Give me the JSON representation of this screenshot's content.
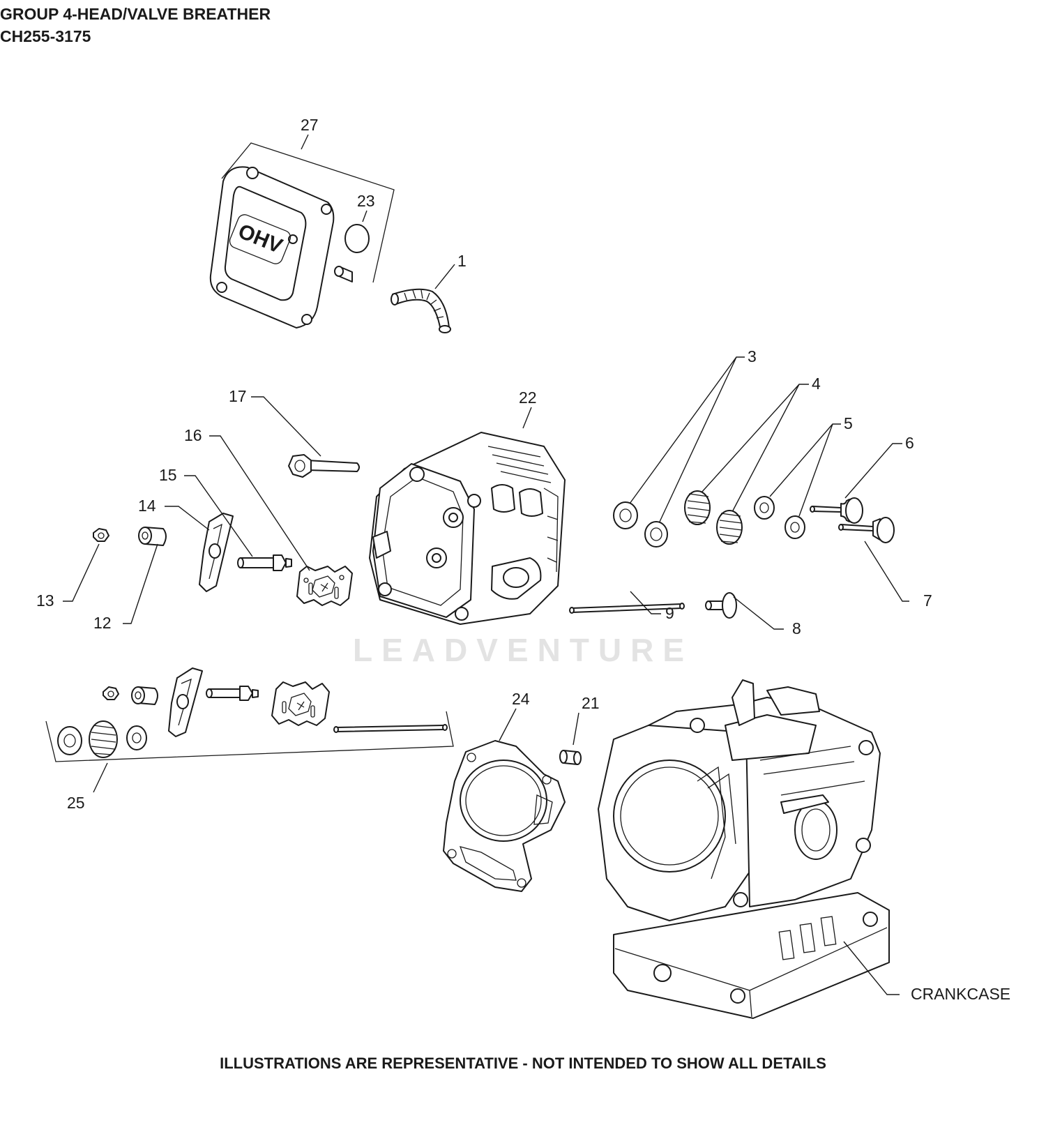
{
  "header": {
    "title": "GROUP 4-HEAD/VALVE BREATHER",
    "model": "CH255-3175"
  },
  "diagram": {
    "callouts": {
      "c1": "1",
      "c3": "3",
      "c4": "4",
      "c5": "5",
      "c6": "6",
      "c7": "7",
      "c8": "8",
      "c9": "9",
      "c12": "12",
      "c13": "13",
      "c14": "14",
      "c15": "15",
      "c16": "16",
      "c17": "17",
      "c21": "21",
      "c22": "22",
      "c23": "23",
      "c24": "24",
      "c25": "25",
      "c27": "27",
      "crankcase": "CRANKCASE"
    },
    "cover_emblem": "OHV"
  },
  "watermark": "LEADVENTURE",
  "footer": "ILLUSTRATIONS ARE REPRESENTATIVE - NOT INTENDED TO SHOW ALL DETAILS"
}
